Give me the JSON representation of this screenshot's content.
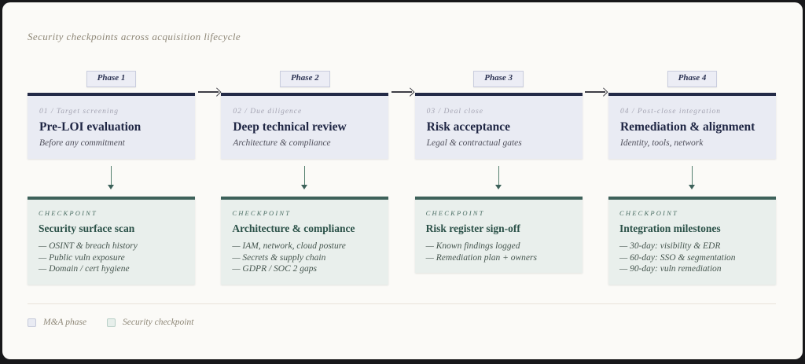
{
  "title": "Security checkpoints across acquisition lifecycle",
  "colors": {
    "frame_background": "#18181a",
    "panel_background": "#fbfaf7",
    "phase_accent": "#232a47",
    "phase_card_background": "#e9ebf3",
    "checkpoint_accent": "#3d615a",
    "checkpoint_card_background": "#e9efec"
  },
  "phases": [
    {
      "badge": "Phase 1",
      "eyebrow": "01 / Target screening",
      "title": "Pre-LOI evaluation",
      "subtitle": "Before any commitment",
      "checkpoint": {
        "label": "CHECKPOINT",
        "title": "Security surface scan",
        "items": [
          "— OSINT & breach history",
          "— Public vuln exposure",
          "— Domain / cert hygiene"
        ]
      }
    },
    {
      "badge": "Phase 2",
      "eyebrow": "02 / Due diligence",
      "title": "Deep technical review",
      "subtitle": "Architecture & compliance",
      "checkpoint": {
        "label": "CHECKPOINT",
        "title": "Architecture & compliance",
        "items": [
          "— IAM, network, cloud posture",
          "— Secrets & supply chain",
          "— GDPR / SOC 2 gaps"
        ]
      }
    },
    {
      "badge": "Phase 3",
      "eyebrow": "03 / Deal close",
      "title": "Risk acceptance",
      "subtitle": "Legal & contractual gates",
      "checkpoint": {
        "label": "CHECKPOINT",
        "title": "Risk register sign-off",
        "items": [
          "— Known findings logged",
          "— Remediation plan + owners"
        ]
      }
    },
    {
      "badge": "Phase 4",
      "eyebrow": "04 / Post-close integration",
      "title": "Remediation & alignment",
      "subtitle": "Identity, tools, network",
      "checkpoint": {
        "label": "CHECKPOINT",
        "title": "Integration milestones",
        "items": [
          "— 30-day: visibility & EDR",
          "— 60-day: SSO & segmentation",
          "— 90-day: vuln remediation"
        ]
      }
    }
  ],
  "legend": {
    "phase_label": "M&A phase",
    "checkpoint_label": "Security checkpoint"
  }
}
